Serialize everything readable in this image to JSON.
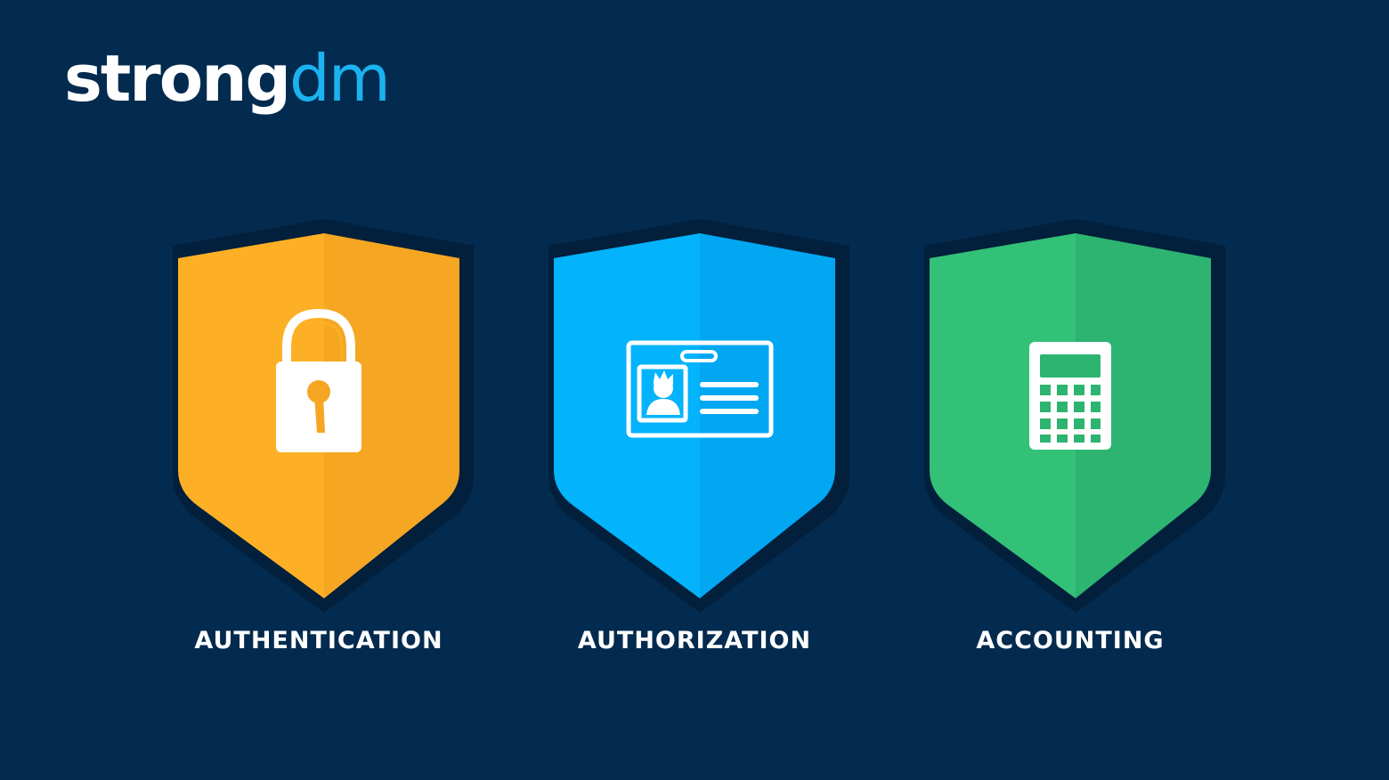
{
  "brand": {
    "wordmark": "strongdm",
    "part_main": "strong",
    "part_accent": "dm",
    "main_color": "#ffffff",
    "accent_color": "#1bb2f0"
  },
  "background_color": "#032b4f",
  "shields": [
    {
      "label": "AUTHENTICATION",
      "icon": "padlock-icon",
      "color_light": "#fdb025",
      "color_dark": "#f5a623"
    },
    {
      "label": "AUTHORIZATION",
      "icon": "id-card-icon",
      "color_light": "#03b3fb",
      "color_dark": "#02a7f2"
    },
    {
      "label": "ACCOUNTING",
      "icon": "calculator-icon",
      "color_light": "#32c177",
      "color_dark": "#2db470"
    }
  ]
}
